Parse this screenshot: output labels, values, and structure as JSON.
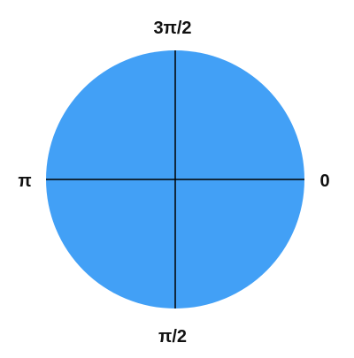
{
  "diagram": {
    "labels": {
      "top": "3π/2",
      "right": "0",
      "bottom": "π/2",
      "left": "π"
    },
    "colors": {
      "disc_fill": "#42A0F6",
      "axis_line": "#000000",
      "label_text": "#111111"
    }
  }
}
